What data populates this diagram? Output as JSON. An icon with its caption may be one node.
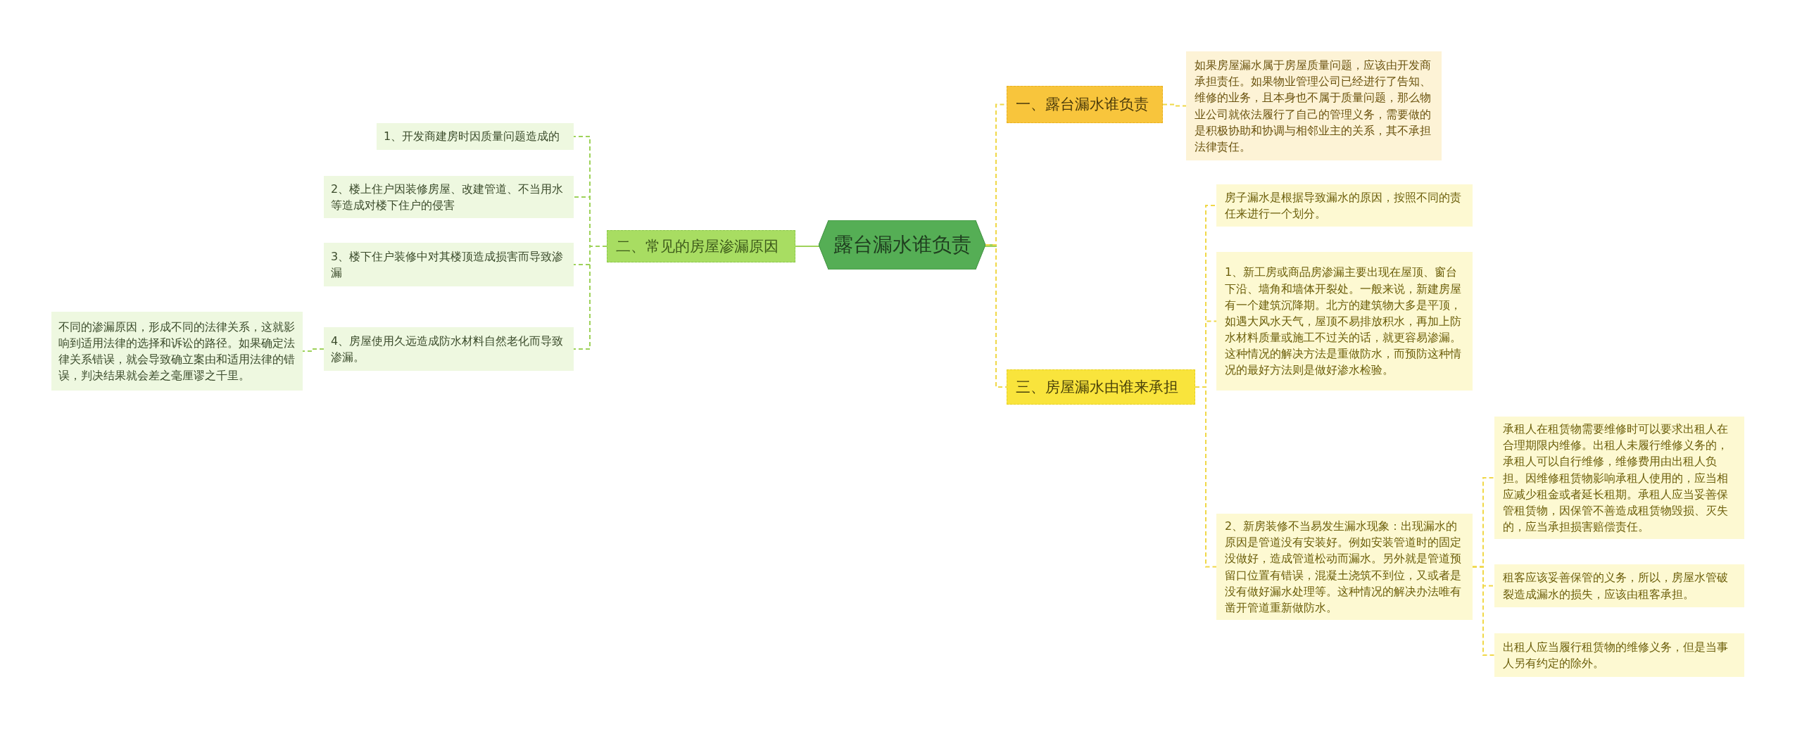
{
  "diagram": {
    "nodes": [
      {
        "text": [
          "露台漏水谁负责"
        ]
      },
      {
        "text": [
          "二、常见的房屋渗漏原因"
        ]
      },
      {
        "text": [
          "1、开发商建房时因质量问题造成的"
        ]
      },
      {
        "text": [
          "2、楼上住户因装修房屋、改建管道、不当用水等造成对楼下住户的侵害"
        ]
      },
      {
        "text": [
          "3、楼下住户装修中对其楼顶造成损害而导致渗漏"
        ]
      },
      {
        "text": [
          "4、房屋使用久远造成防水材料自然老化而导致渗漏。"
        ]
      },
      {
        "text": [
          "不同的渗漏原因，形成不同的法律关系，这就影响到适用法律的选择和诉讼的路径。如果确定法律关系错误，就会导致确立案由和适用法律的错误，判决结果就会差之毫厘谬之千里。"
        ]
      },
      {
        "text": [
          "一、露台漏水谁负责"
        ]
      },
      {
        "text": [
          "如果房屋漏水属于房屋质量问题，应该由开发商承担责任。如果物业管理公司已经进行了告知、维修的业务，且本身也不属于质量问题，那么物业公司就依法履行了自己的管理义务，需要做的是积极协助和协调与相邻业主的关系，其不承担法律责任。"
        ]
      },
      {
        "text": [
          "三、房屋漏水由谁来承担"
        ]
      },
      {
        "text": [
          "房子漏水是根据导致漏水的原因，按照不同的责任来进行一个划分。"
        ]
      },
      {
        "text": [
          "1、新工房或商品房渗漏主要出现在屋顶、窗台下沿、墙角和墙体开裂处。一般来说，新建房屋有一个建筑沉降期。北方的建筑物大多是平顶，如遇大风水天气，屋顶不易排放积水，再加上防水材料质量或施工不过关的话，就更容易渗漏。这种情况的解决方法是重做防水，而预防这种情况的最好方法则是做好渗水检验。"
        ]
      },
      {
        "text": [
          "2、新房装修不当易发生漏水现象：出现漏水的原因是管道没有安装好。例如安装管道时的固定没做好，造成管道松动而漏水。另外就是管道预留口位置有错误，混凝土浇筑不到位，又或者是没有做好漏水处理等。这种情况的解决办法唯有凿开管道重新做防水。"
        ]
      },
      {
        "text": [
          "承租人在租赁物需要维修时可以要求出租人在合理期限内维修。出租人未履行维修义务的，承租人可以自行维修，维修费用由出租人负担。因维修租赁物影响承租人使用的，应当相应减少租金或者延长租期。承租人应当妥善保管租赁物，因保管不善造成租赁物毁损、灭失的，应当承担损害赔偿责任。"
        ]
      },
      {
        "text": [
          "租客应该妥善保管的义务，所以，房屋水管破裂造成漏水的损失，应该由租客承担。"
        ]
      },
      {
        "text": [
          "出租人应当履行租赁物的维修义务，但是当事人另有约定的除外。"
        ]
      }
    ],
    "edges": [
      {
        "from": 0,
        "to": 1,
        "arrow": "none",
        "color": "#9ed25a"
      },
      {
        "from": 1,
        "to": 2,
        "arrow": "none",
        "style": "dashed",
        "color": "#9ed25a"
      },
      {
        "from": 1,
        "to": 3,
        "arrow": "none",
        "style": "dashed",
        "color": "#9ed25a"
      },
      {
        "from": 1,
        "to": 4,
        "arrow": "none",
        "style": "dashed",
        "color": "#9ed25a"
      },
      {
        "from": 1,
        "to": 5,
        "arrow": "none",
        "style": "dashed",
        "color": "#9ed25a"
      },
      {
        "from": 5,
        "to": 6,
        "arrow": "none",
        "style": "dashed",
        "color": "#9ed25a"
      },
      {
        "from": 0,
        "to": 7,
        "arrow": "none",
        "style": "dashed"
      },
      {
        "from": 7,
        "to": 8,
        "arrow": "none",
        "style": "dashed"
      },
      {
        "from": 0,
        "to": 9,
        "arrow": "none",
        "style": "dashed"
      },
      {
        "from": 9,
        "to": 10,
        "arrow": "none",
        "style": "dashed"
      },
      {
        "from": 9,
        "to": 11,
        "arrow": "none",
        "style": "dashed"
      },
      {
        "from": 9,
        "to": 12,
        "arrow": "none",
        "style": "dashed"
      },
      {
        "from": 12,
        "to": 13,
        "arrow": "none",
        "style": "dashed"
      },
      {
        "from": 12,
        "to": 14,
        "arrow": "none",
        "style": "dashed"
      },
      {
        "from": 12,
        "to": 15,
        "arrow": "none",
        "style": "dashed"
      }
    ]
  }
}
